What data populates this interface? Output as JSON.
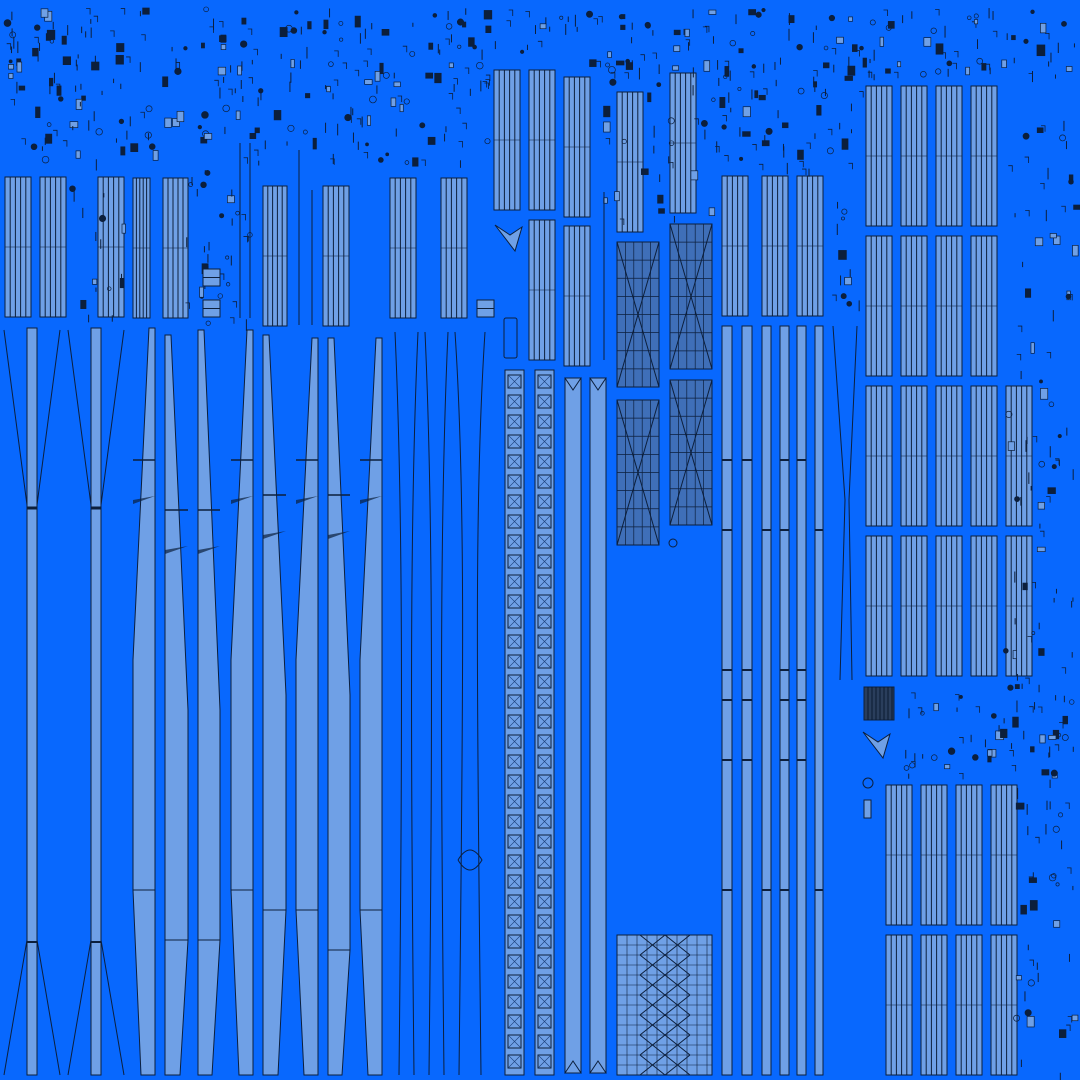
{
  "palette": {
    "background": "#0868fe",
    "island_fill": "#6fa0e6",
    "island_fill_dark": "#3f6fb8",
    "wire": "#0c1f3c",
    "wire_light": "#1b3f7a"
  },
  "uv_layout": {
    "island_kinds": [
      "tall-strut",
      "tapered-blade",
      "lattice-column",
      "slat-panel",
      "truss-panel",
      "mesh-block",
      "small-part"
    ],
    "text_labels": []
  }
}
